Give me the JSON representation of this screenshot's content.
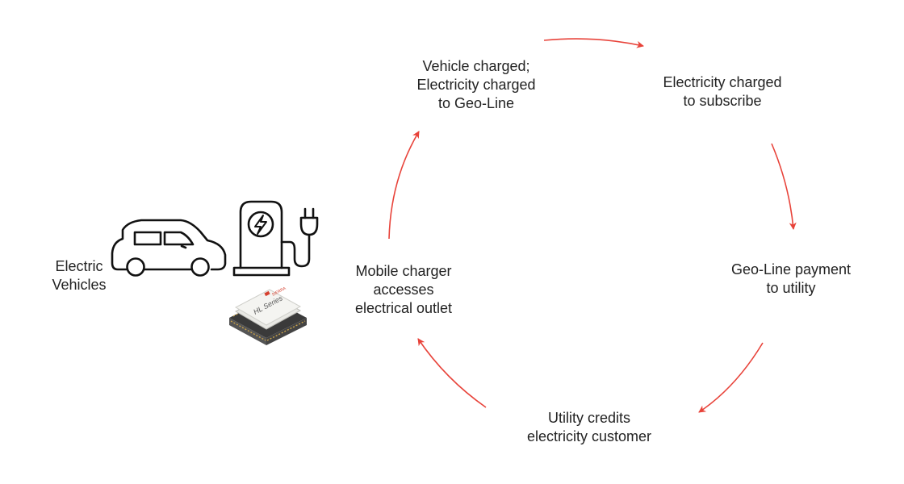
{
  "colors": {
    "arrow": "#e8433a",
    "icon": "#111111",
    "text": "#222222",
    "chip_body": "#e8e8e4",
    "chip_dark": "#3a3a3a",
    "chip_gold": "#c9a24a",
    "chip_red": "#d6402f"
  },
  "icons": {
    "car": "car-icon",
    "charger": "ev-charger-icon",
    "module": "hl-series-module-icon"
  },
  "labels": {
    "vehicles": {
      "line1": "Electric",
      "line2": "Vehicles"
    },
    "step_charged": {
      "line1": "Vehicle charged;",
      "line2": "Electricity charged",
      "line3": "to Geo-Line"
    },
    "step_subscribe": {
      "line1": "Electricity charged",
      "line2": "to subscribe"
    },
    "step_payment": {
      "line1": "Geo-Line payment",
      "line2": "to utility"
    },
    "step_credits": {
      "line1": "Utility credits",
      "line2": "electricity customer"
    },
    "step_access": {
      "line1": "Mobile charger",
      "line2": "accesses",
      "line3": "electrical outlet"
    }
  },
  "module": {
    "brand": "SIERRA",
    "series": "HL Series"
  }
}
